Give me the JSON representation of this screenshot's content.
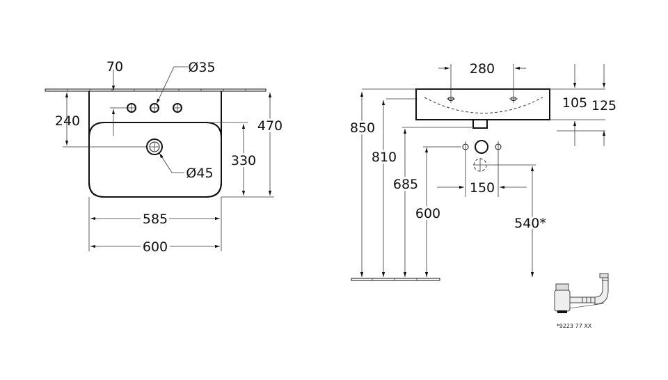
{
  "top_view": {
    "dim_tap_offset": "70",
    "dim_tap_hole": "Ø35",
    "dim_drain_from_wall": "240",
    "dim_depth": "470",
    "dim_bowl_depth": "330",
    "dim_drain_hole": "Ø45",
    "dim_inner_width": "585",
    "dim_width": "600"
  },
  "side_view": {
    "dim_tap_spacing": "280",
    "dim_rim_height": "105",
    "dim_total_height": "125",
    "dim_850": "850",
    "dim_810": "810",
    "dim_685": "685",
    "dim_600": "600",
    "dim_supply_spacing": "150",
    "dim_drain_height": "540*",
    "part_number": "*9223 77 XX"
  }
}
